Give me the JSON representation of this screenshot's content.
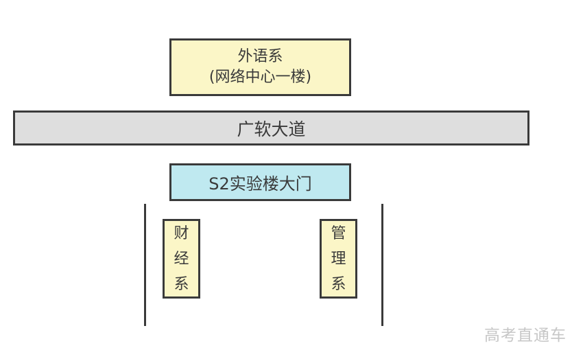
{
  "diagram": {
    "foreign_language_box": {
      "line1": "外语系",
      "line2": "(网络中心一楼)"
    },
    "road": {
      "label": "广软大道"
    },
    "gate": {
      "label": "S2实验楼大门"
    },
    "finance_dept": {
      "label": "财经系"
    },
    "management_dept": {
      "label": "管理系"
    },
    "watermark": "高考直通车",
    "colors": {
      "box_fill_yellow": "#fbf6c7",
      "road_fill_gray": "#dedede",
      "gate_fill_cyan": "#bfe9f0",
      "border": "#3a3a3a",
      "watermark_text": "#c7c7c7"
    }
  }
}
